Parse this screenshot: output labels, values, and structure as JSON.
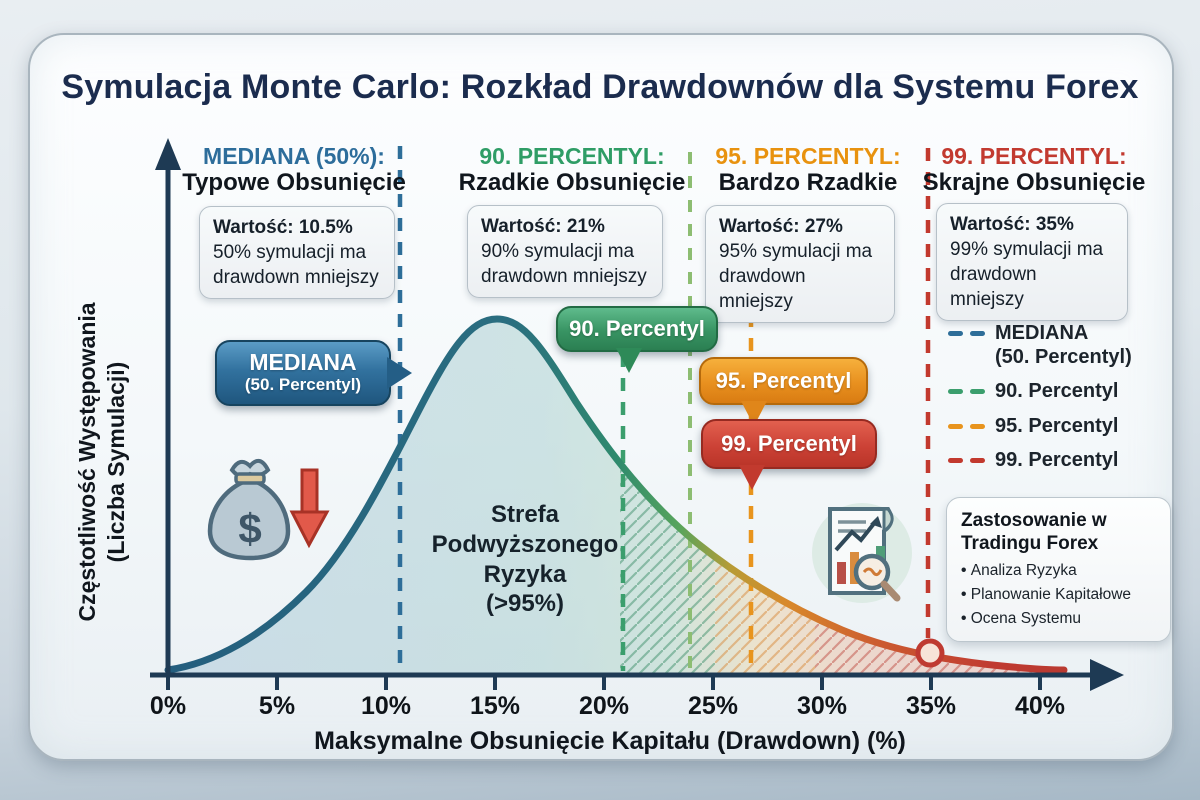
{
  "title": "Symulacja Monte Carlo: Rozkład Drawdownów dla Systemu Forex",
  "axes": {
    "x_label": "Maksymalne Obsunięcie Kapitału (Drawdown) (%)",
    "y_label": "Częstotliwość Występowania\n(Liczba Symulacji)",
    "x_ticks": [
      "0%",
      "5%",
      "10%",
      "15%",
      "20%",
      "25%",
      "30%",
      "35%",
      "40%"
    ]
  },
  "columns": [
    {
      "heading": "MEDIANA (50%):",
      "subheading": "Typowe Obsunięcie",
      "value_line": "Wartość: 10.5%",
      "detail_line1": "50% symulacji ma",
      "detail_line2": "drawdown mniejszy",
      "color": "#2d6d9b"
    },
    {
      "heading": "90. PERCENTYL:",
      "subheading": "Rzadkie Obsunięcie",
      "value_line": "Wartość: 21%",
      "detail_line1": "90% symulacji ma",
      "detail_line2": "drawdown mniejszy",
      "color": "#2f9d66"
    },
    {
      "heading": "95. PERCENTYL:",
      "subheading": "Bardzo Rzadkie",
      "value_line": "Wartość: 27%",
      "detail_line1": "95% symulacji ma",
      "detail_line2": "drawdown mniejszy",
      "color": "#e8920f"
    },
    {
      "heading": "99. PERCENTYL:",
      "subheading": "Skrajne Obsunięcie",
      "value_line": "Wartość: 35%",
      "detail_line1": "99% symulacji ma",
      "detail_line2": "drawdown mniejszy",
      "color": "#c23a30"
    }
  ],
  "callouts": {
    "median_line1": "MEDIANA",
    "median_line2": "(50. Percentyl)",
    "p90": "90. Percentyl",
    "p95": "95. Percentyl",
    "p99": "99. Percentyl"
  },
  "zone_label": "Strefa\nPodwyższonego\nRyzyka\n(>95%)",
  "legend": [
    {
      "label": "MEDIANA\n(50. Percentyl)",
      "color": "#2e6e99"
    },
    {
      "label": "90. Percentyl",
      "color": "#3b9e6d"
    },
    {
      "label": "95. Percentyl",
      "color": "#e8941d"
    },
    {
      "label": "99. Percentyl",
      "color": "#c2392e"
    }
  ],
  "applications": {
    "title": "Zastosowanie w\nTradingu Forex",
    "items": [
      "Analiza Ryzyka",
      "Planowanie Kapitałowe",
      "Ocena Systemu"
    ]
  },
  "icons": {
    "money_bag": "money-bag-with-down-arrow",
    "report": "chart-report-with-magnifier"
  },
  "colors": {
    "title": "#1b2c4e",
    "median_blue": "#2e6e99",
    "p90_green": "#3b9e6d",
    "p95_orange": "#e8941d",
    "p99_red": "#c2392e",
    "axis": "#1e3a54"
  },
  "chart_data": {
    "type": "area",
    "title": "Symulacja Monte Carlo: Rozkład Drawdownów dla Systemu Forex",
    "xlabel": "Maksymalne Obsunięcie Kapitału (Drawdown) (%)",
    "ylabel": "Częstotliwość Występowania (Liczba Symulacji)",
    "xlim": [
      0,
      43
    ],
    "x_ticks_pct": [
      0,
      5,
      10,
      15,
      20,
      25,
      30,
      35,
      40
    ],
    "grid": false,
    "legend_position": "right",
    "distribution_shape": "right-skewed frequency distribution of maximum drawdown, peak near 15%",
    "curve_points_est": [
      [
        0,
        1
      ],
      [
        2.5,
        6
      ],
      [
        5,
        18
      ],
      [
        7.5,
        40
      ],
      [
        10,
        70
      ],
      [
        10.5,
        74
      ],
      [
        12.5,
        95
      ],
      [
        15,
        100
      ],
      [
        17.5,
        90
      ],
      [
        20,
        70
      ],
      [
        21,
        62
      ],
      [
        24,
        45
      ],
      [
        27,
        30
      ],
      [
        30,
        17
      ],
      [
        35,
        6
      ],
      [
        40,
        1.5
      ]
    ],
    "percentile_markers": [
      {
        "name": "MEDIANA (50. Percentyl)",
        "drawdown_pct": 10.5,
        "note": "50% symulacji ma drawdown mniejszy",
        "color": "#2e6e99",
        "line_style": "dashed"
      },
      {
        "name": "90. Percentyl",
        "drawdown_pct": 21,
        "note": "90% symulacji ma drawdown mniejszy",
        "color": "#3b9e6d",
        "line_style": "dashed"
      },
      {
        "name": "95. Percentyl",
        "drawdown_pct": 27,
        "note": "95% symulacji ma drawdown mniejszy",
        "color": "#e8941d",
        "line_style": "dashed"
      },
      {
        "name": "99. Percentyl",
        "drawdown_pct": 35,
        "note": "99% symulacji ma drawdown mniejszy",
        "color": "#c2392e",
        "line_style": "dashed",
        "marker": "circle-on-curve"
      }
    ],
    "annotations": [
      "Strefa Podwyższonego Ryzyka (>95%)"
    ],
    "hatched_zone_start_pct": 21
  }
}
